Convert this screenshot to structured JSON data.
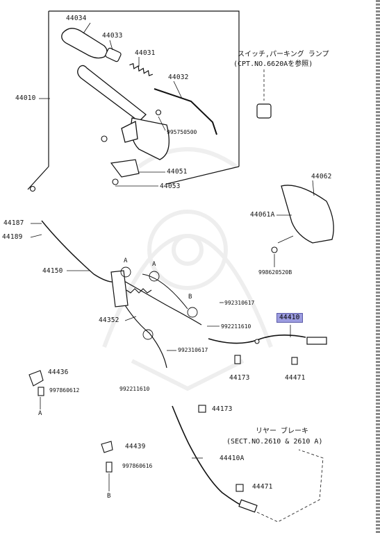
{
  "labels": {
    "p44034": "44034",
    "p44033": "44033",
    "p44031": "44031",
    "p44032": "44032",
    "p44010": "44010",
    "p995750500": "995750500",
    "p44051": "44051",
    "p44053": "44053",
    "p44062": "44062",
    "p44061A": "44061A",
    "p998620520B": "998620520B",
    "p44187": "44187",
    "p44189": "44189",
    "p44150": "44150",
    "p44352": "44352",
    "p992310617a": "992310617",
    "p992211610a": "992211610",
    "p44410": "44410",
    "p992310617b": "992310617",
    "p44173a": "44173",
    "p44471a": "44471",
    "p44436": "44436",
    "p997860612": "997860612",
    "p992211610b": "992211610",
    "p44173b": "44173",
    "p44439": "44439",
    "p997860616": "997860616",
    "p44410A": "44410A",
    "p44471b": "44471"
  },
  "refs": {
    "a1": "A",
    "a2": "A",
    "b1": "B",
    "a3": "A",
    "b2": "B"
  },
  "notes": {
    "lamp_line1": "スイッチ,パーキング ランプ",
    "lamp_line2": "(CPT.NO.6620Aを参照)",
    "rear_line1": "リヤー ブレーキ",
    "rear_line2": "(SECT.NO.2610 & 2610 A)"
  },
  "highlighted_part": "44410",
  "colors": {
    "highlight": "#9c9ce0",
    "line": "#111111"
  }
}
